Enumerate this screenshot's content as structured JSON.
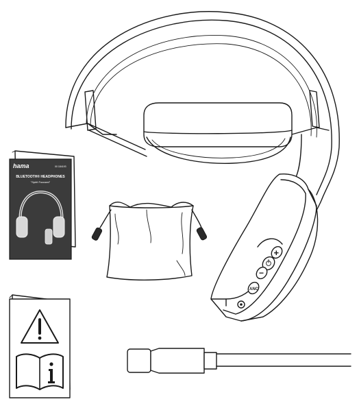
{
  "manual_cover": {
    "brand": "hama",
    "code": "00 184193",
    "title": "BLUETOOTH® HEADPHONES",
    "subtitle": "\"Spirit Focused\""
  },
  "headphone_controls": {
    "plus_symbol": "+",
    "minus_symbol": "−",
    "power_icon": "power-icon",
    "anc_label": "ANC"
  },
  "leaflet_icons": [
    "warning-triangle-icon",
    "info-book-icon"
  ]
}
